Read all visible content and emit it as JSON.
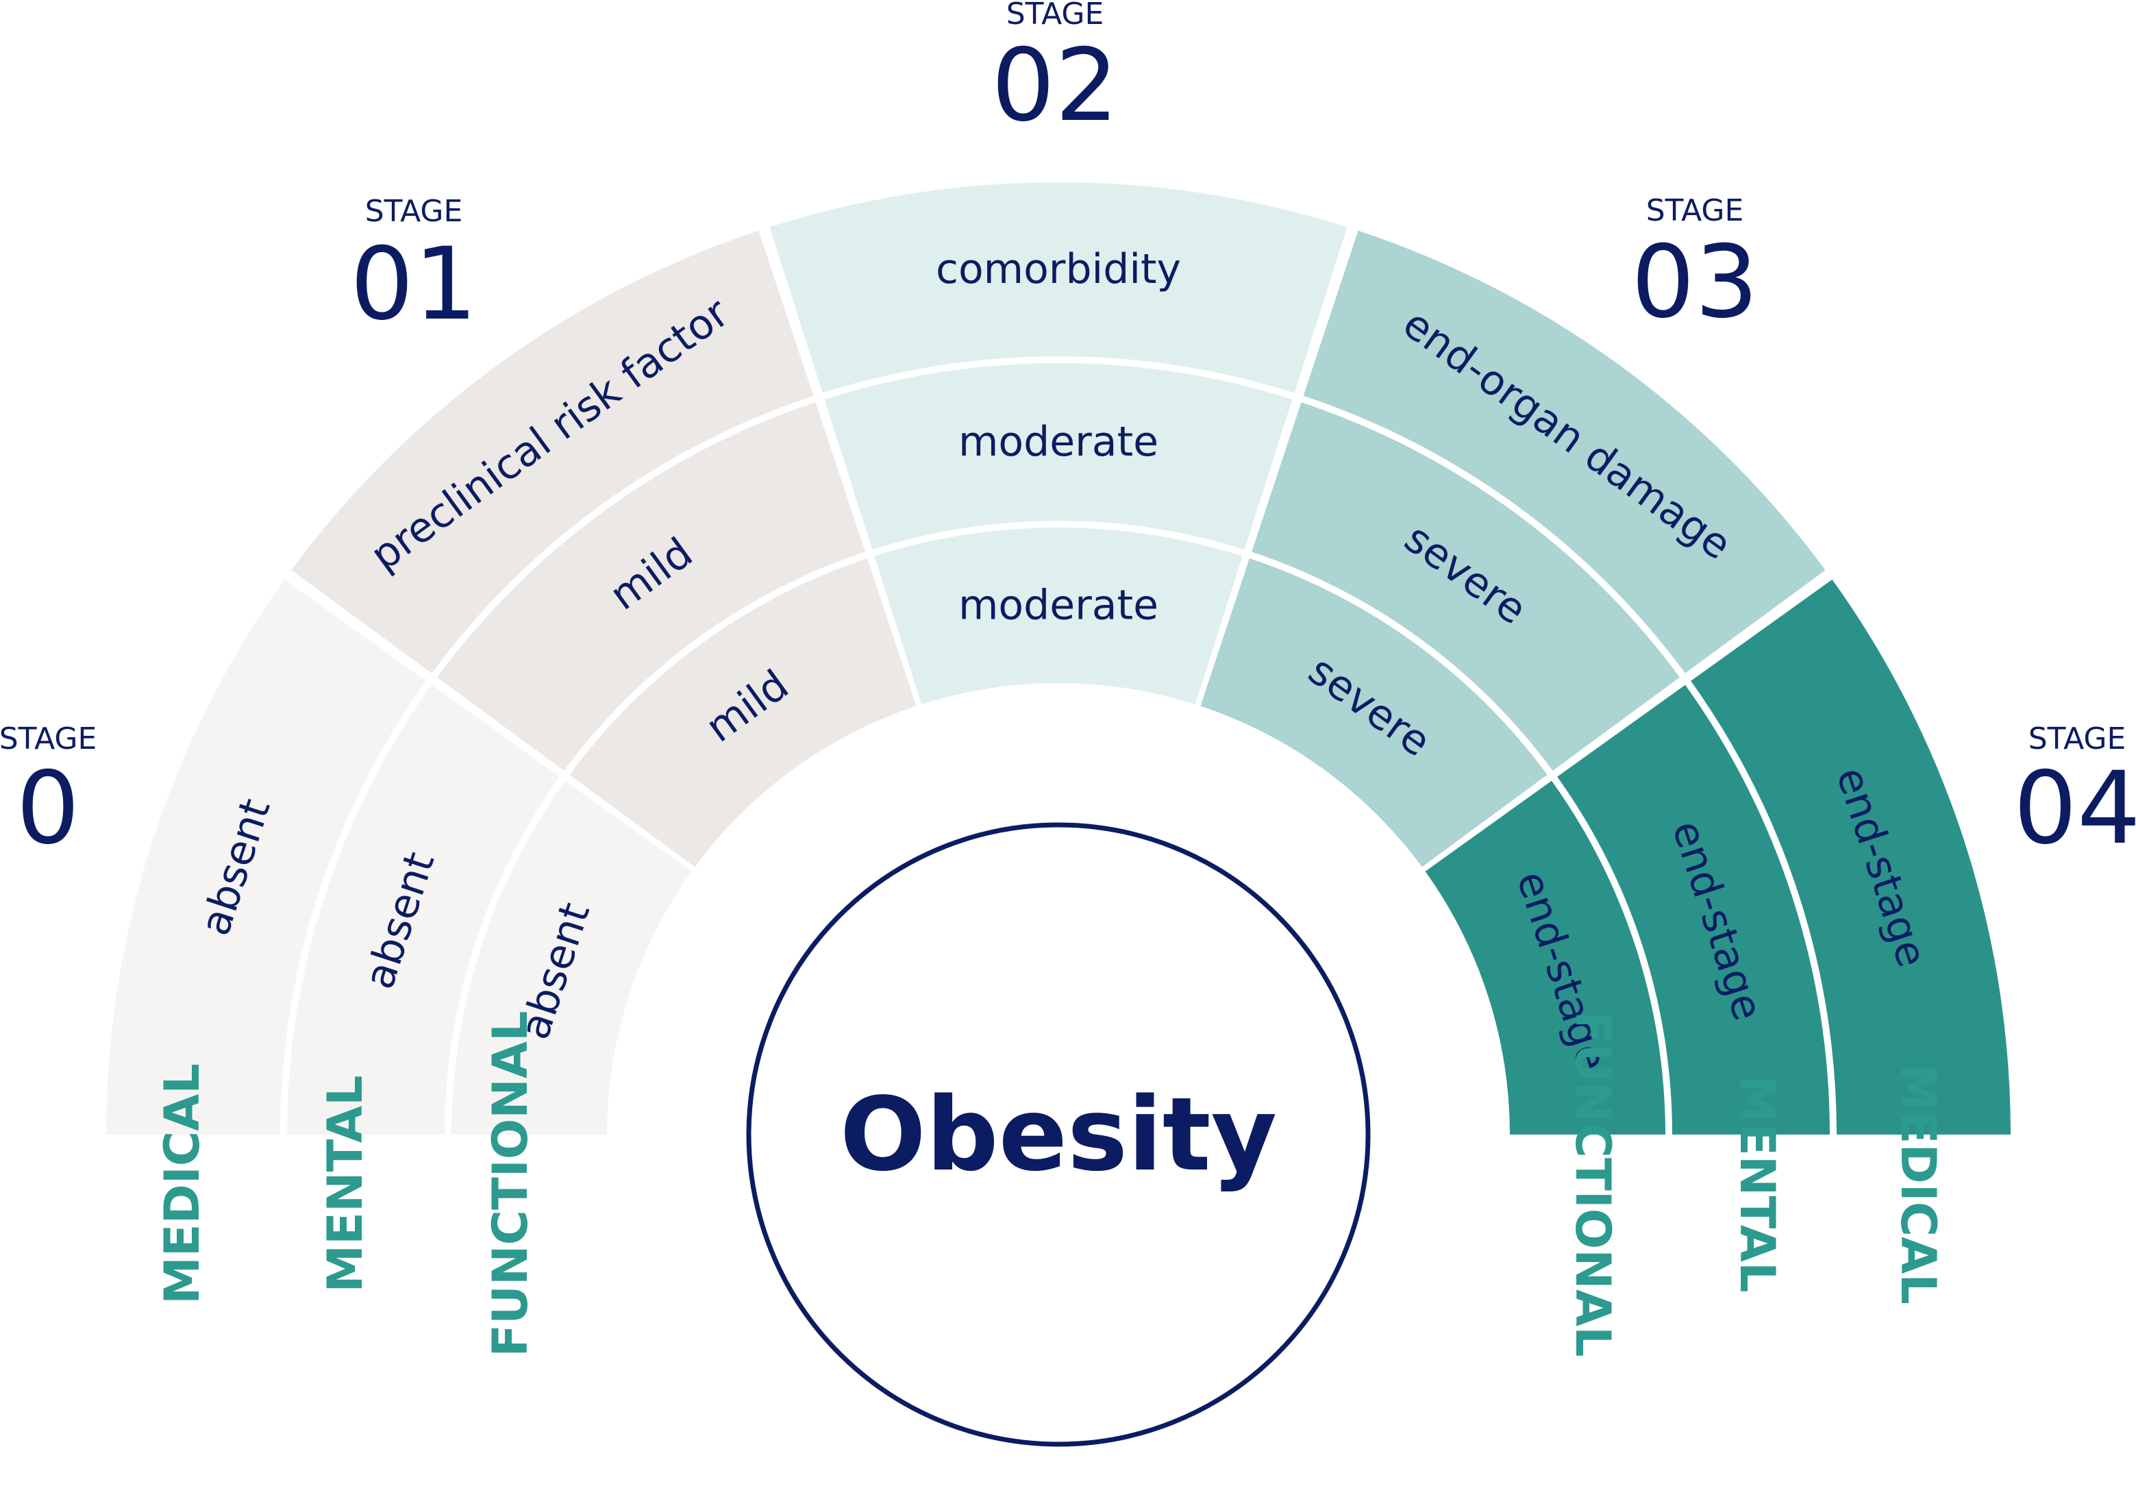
{
  "title": "Obesity",
  "stages": [
    {
      "label": "STAGE",
      "number": "0"
    },
    {
      "label": "STAGE",
      "number": "01"
    },
    {
      "label": "STAGE",
      "number": "02"
    },
    {
      "label": "STAGE",
      "number": "03"
    },
    {
      "label": "STAGE",
      "number": "04"
    }
  ],
  "domains_left": [
    "MEDICAL",
    "MENTAL",
    "FUNCTIONAL"
  ],
  "domains_right": [
    "FUNCTIONAL",
    "MENTAL",
    "MEDICAL"
  ],
  "rings": {
    "medical": [
      "absent",
      "preclinical risk factor",
      "comorbidity",
      "end-organ damage",
      "end-stage"
    ],
    "mental": [
      "absent",
      "mild",
      "moderate",
      "severe",
      "end-stage"
    ],
    "functional": [
      "absent",
      "mild",
      "moderate",
      "severe",
      "end-stage"
    ]
  },
  "colors": {
    "stage0": "#f5f4f3",
    "stage1": "#ebe8e6",
    "stage2": "#dfefee",
    "stage3": "#abd4d2",
    "stage4": "#2b928a",
    "navy": "#0c1c62",
    "teal_text": "#2d9a8f"
  }
}
